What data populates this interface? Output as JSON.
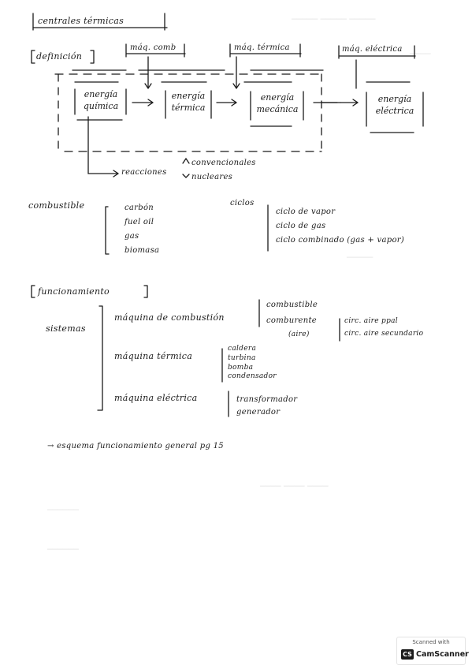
{
  "title": "centrales térmicas",
  "definicion": {
    "heading": "definición",
    "machines": [
      "máq. comb",
      "máq. térmica",
      "máq. eléctrica"
    ],
    "energies": [
      {
        "line1": "energía",
        "line2": "química"
      },
      {
        "line1": "energía",
        "line2": "térmica"
      },
      {
        "line1": "energía",
        "line2": "mecánica"
      },
      {
        "line1": "energía",
        "line2": "eléctrica"
      }
    ],
    "reactions_label": "reacciones",
    "reactions_types": [
      "convencionales",
      "nucleares"
    ]
  },
  "combustible": {
    "label": "combustible",
    "items": [
      "carbón",
      "fuel oil",
      "gas",
      "biomasa"
    ]
  },
  "ciclos": {
    "label": "ciclos",
    "items": [
      "ciclo de vapor",
      "ciclo de gas",
      "ciclo combinado (gas + vapor)"
    ]
  },
  "funcionamiento": {
    "heading": "funcionamiento",
    "sistemas_label": "sistemas",
    "systems": [
      {
        "name": "máquina de combustión",
        "parts": [
          "combustible",
          "comburente",
          "(aire)"
        ],
        "aire": [
          "circ. aire ppal",
          "circ. aire secundario"
        ]
      },
      {
        "name": "máquina térmica",
        "parts": [
          "caldera",
          "turbina",
          "bomba",
          "condensador"
        ]
      },
      {
        "name": "máquina eléctrica",
        "parts": [
          "transformador",
          "generador"
        ]
      }
    ]
  },
  "note": "→ esquema funcionamiento general pg 15",
  "badge": {
    "top": "Scanned with",
    "name": "CamScanner"
  },
  "colors": {
    "ink": "#1b1b1b",
    "paper": "#ffffff",
    "bleed": "#e6e6e6"
  }
}
